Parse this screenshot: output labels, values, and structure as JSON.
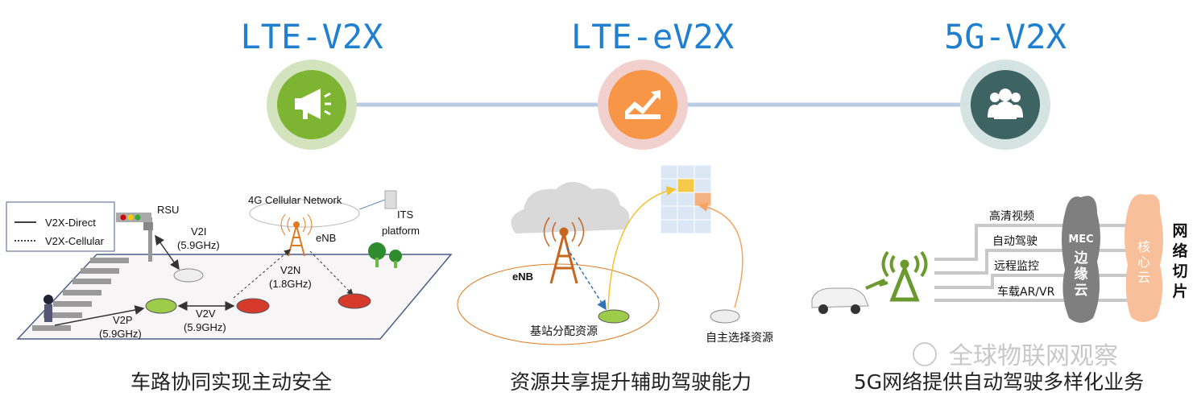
{
  "stages": [
    {
      "title": "LTE-V2X",
      "icon": "megaphone-icon",
      "color": "#7db533",
      "ring": "#d3e3bd",
      "caption": "车路协同实现主动安全"
    },
    {
      "title": "LTE-eV2X",
      "icon": "chart-growth-icon",
      "color": "#f79646",
      "ring": "#f2d0cd",
      "caption": "资源共享提升辅助驾驶能力"
    },
    {
      "title": "5G-V2X",
      "icon": "users-icon",
      "color": "#3e6363",
      "ring": "#d6e3e3",
      "caption": "5G网络提供自动驾驶多样化业务"
    }
  ],
  "timeline_color": "#b8cce4",
  "lte_v2x": {
    "legend": {
      "direct": "V2X-Direct",
      "cellular": "V2X-Cellular"
    },
    "rsu": "RSU",
    "network": "4G Cellular Network",
    "its": [
      "ITS",
      "platform"
    ],
    "enb": "eNB",
    "v2i": [
      "V2I",
      "(5.9GHz)"
    ],
    "v2n": [
      "V2N",
      "(1.8GHz)"
    ],
    "v2v": [
      "V2V",
      "(5.9GHz)"
    ],
    "v2p": [
      "V2P",
      "(5.9GHz)"
    ]
  },
  "lte_ev2x": {
    "enb": "eNB",
    "base_alloc": "基站分配资源",
    "self_select": "自主选择资源"
  },
  "g5_v2x": {
    "services": [
      "高清视频",
      "自动驾驶",
      "远程监控",
      "车载AR/VR"
    ],
    "mec": "MEC",
    "edge_cloud": [
      "边",
      "缘",
      "云"
    ],
    "core_cloud": [
      "核",
      "心",
      "云"
    ],
    "slicing": [
      "网",
      "络",
      "切",
      "片"
    ]
  },
  "watermark": "全球物联网观察"
}
